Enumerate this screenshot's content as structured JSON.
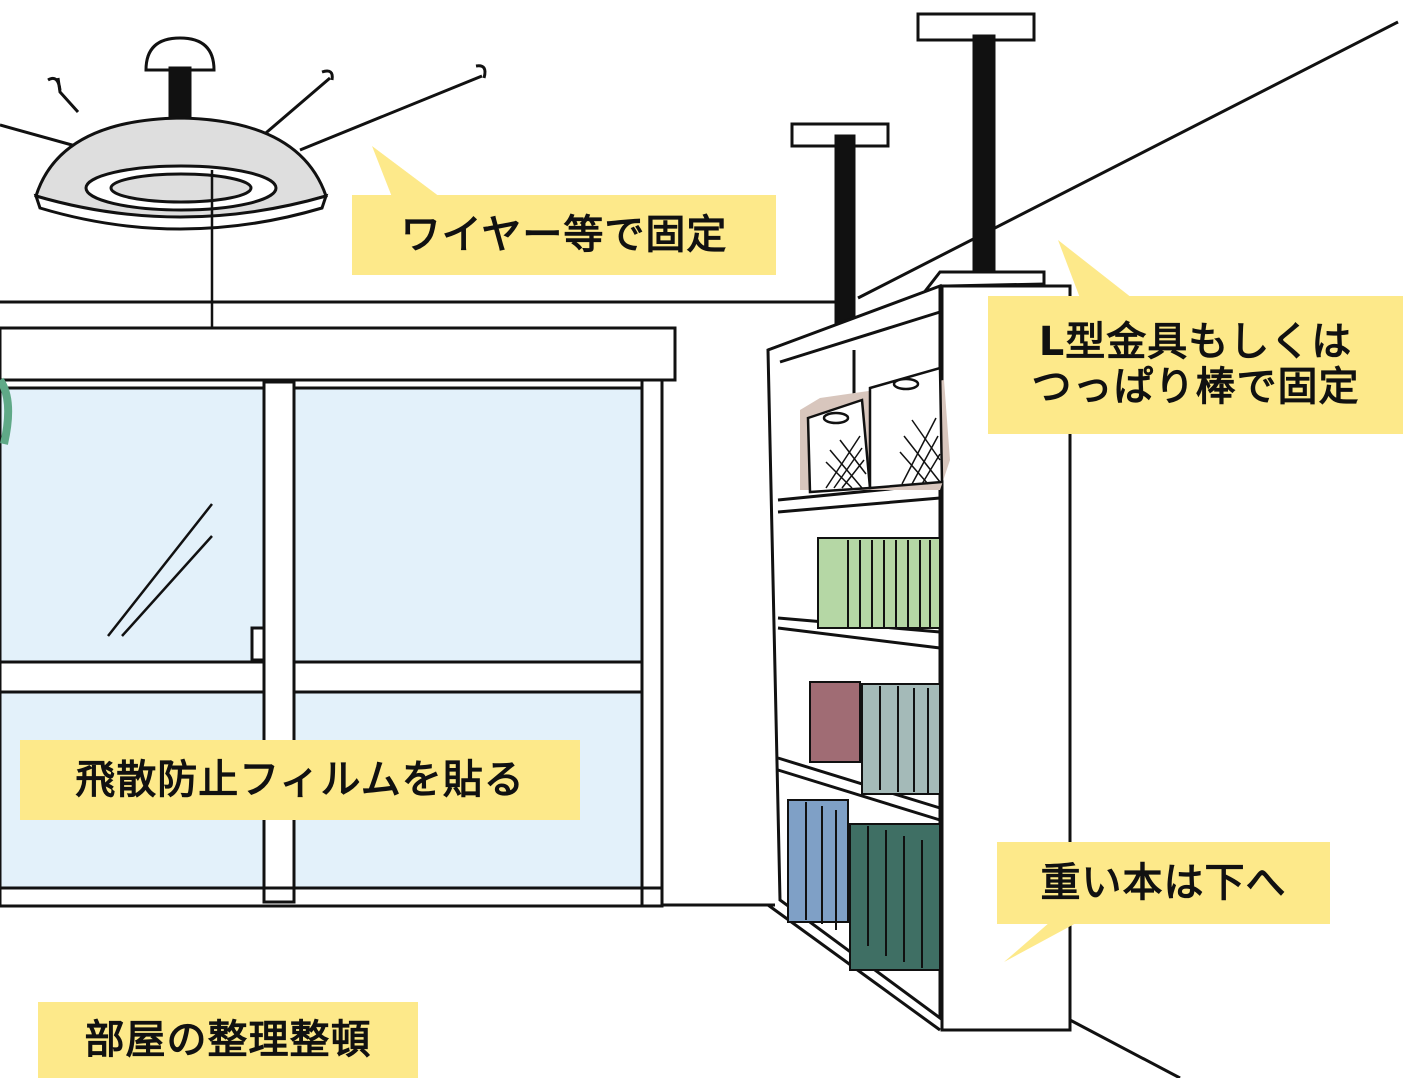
{
  "labels": {
    "wire": "ワイヤー等で固定",
    "bracket_line1": "L型金具もしくは",
    "bracket_line2": "つっぱり棒で固定",
    "film": "飛散防止フィルムを貼る",
    "heavy_books": "重い本は下へ",
    "tidy": "部屋の整理整頓"
  },
  "colors": {
    "label_bg": "#fde98a",
    "glass": "#e3f1fa",
    "curtain": "#5fa987",
    "box_shadow": "#d8c6bd",
    "green_books": "#b5d7a5",
    "mauve_book": "#a06c74",
    "teal_books": "#a4bab8",
    "blue_books": "#7fa0c6",
    "dark_green_books": "#3f6f64",
    "lamp_shade": "#dedede"
  }
}
